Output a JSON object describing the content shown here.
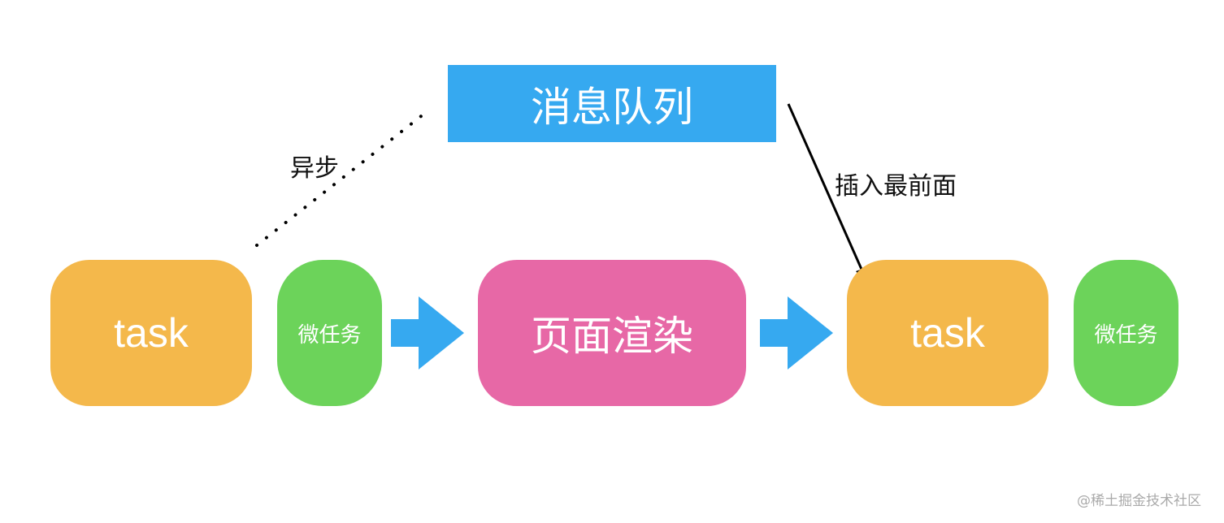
{
  "queue": {
    "label": "消息队列",
    "color": "#36a9f0"
  },
  "flow": [
    {
      "label": "task",
      "color": "#f4b84b"
    },
    {
      "label": "微任务",
      "color": "#6cd35a"
    },
    {
      "label": "页面渲染",
      "color": "#e768a6"
    },
    {
      "label": "task",
      "color": "#f4b84b"
    },
    {
      "label": "微任务",
      "color": "#6cd35a"
    }
  ],
  "annotations": {
    "async": "异步",
    "insert_front": "插入最前面"
  },
  "watermark": "@稀土掘金技术社区"
}
